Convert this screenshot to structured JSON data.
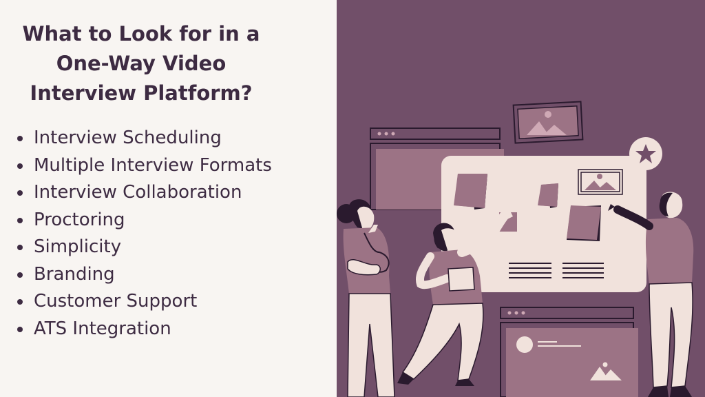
{
  "heading": {
    "lines": [
      "What to Look for in a",
      "One-Way Video",
      "Interview Platform?"
    ]
  },
  "features": [
    "Interview Scheduling",
    "Multiple Interview Formats",
    "Interview Collaboration",
    "Proctoring",
    "Simplicity",
    "Branding",
    "Customer Support",
    "ATS Integration"
  ],
  "illustration": {
    "icons": [
      "picture-frame-icon",
      "star-icon",
      "image-placeholder-icon",
      "browser-window-icon",
      "profile-card-icon"
    ],
    "colors": {
      "background": "#714f69",
      "board": "#f1e2dc",
      "sticky_note": "#9c7385",
      "dark": "#2a1a2e"
    }
  },
  "colors": {
    "left_background": "#f8f5f2",
    "text": "#3d2b42"
  }
}
